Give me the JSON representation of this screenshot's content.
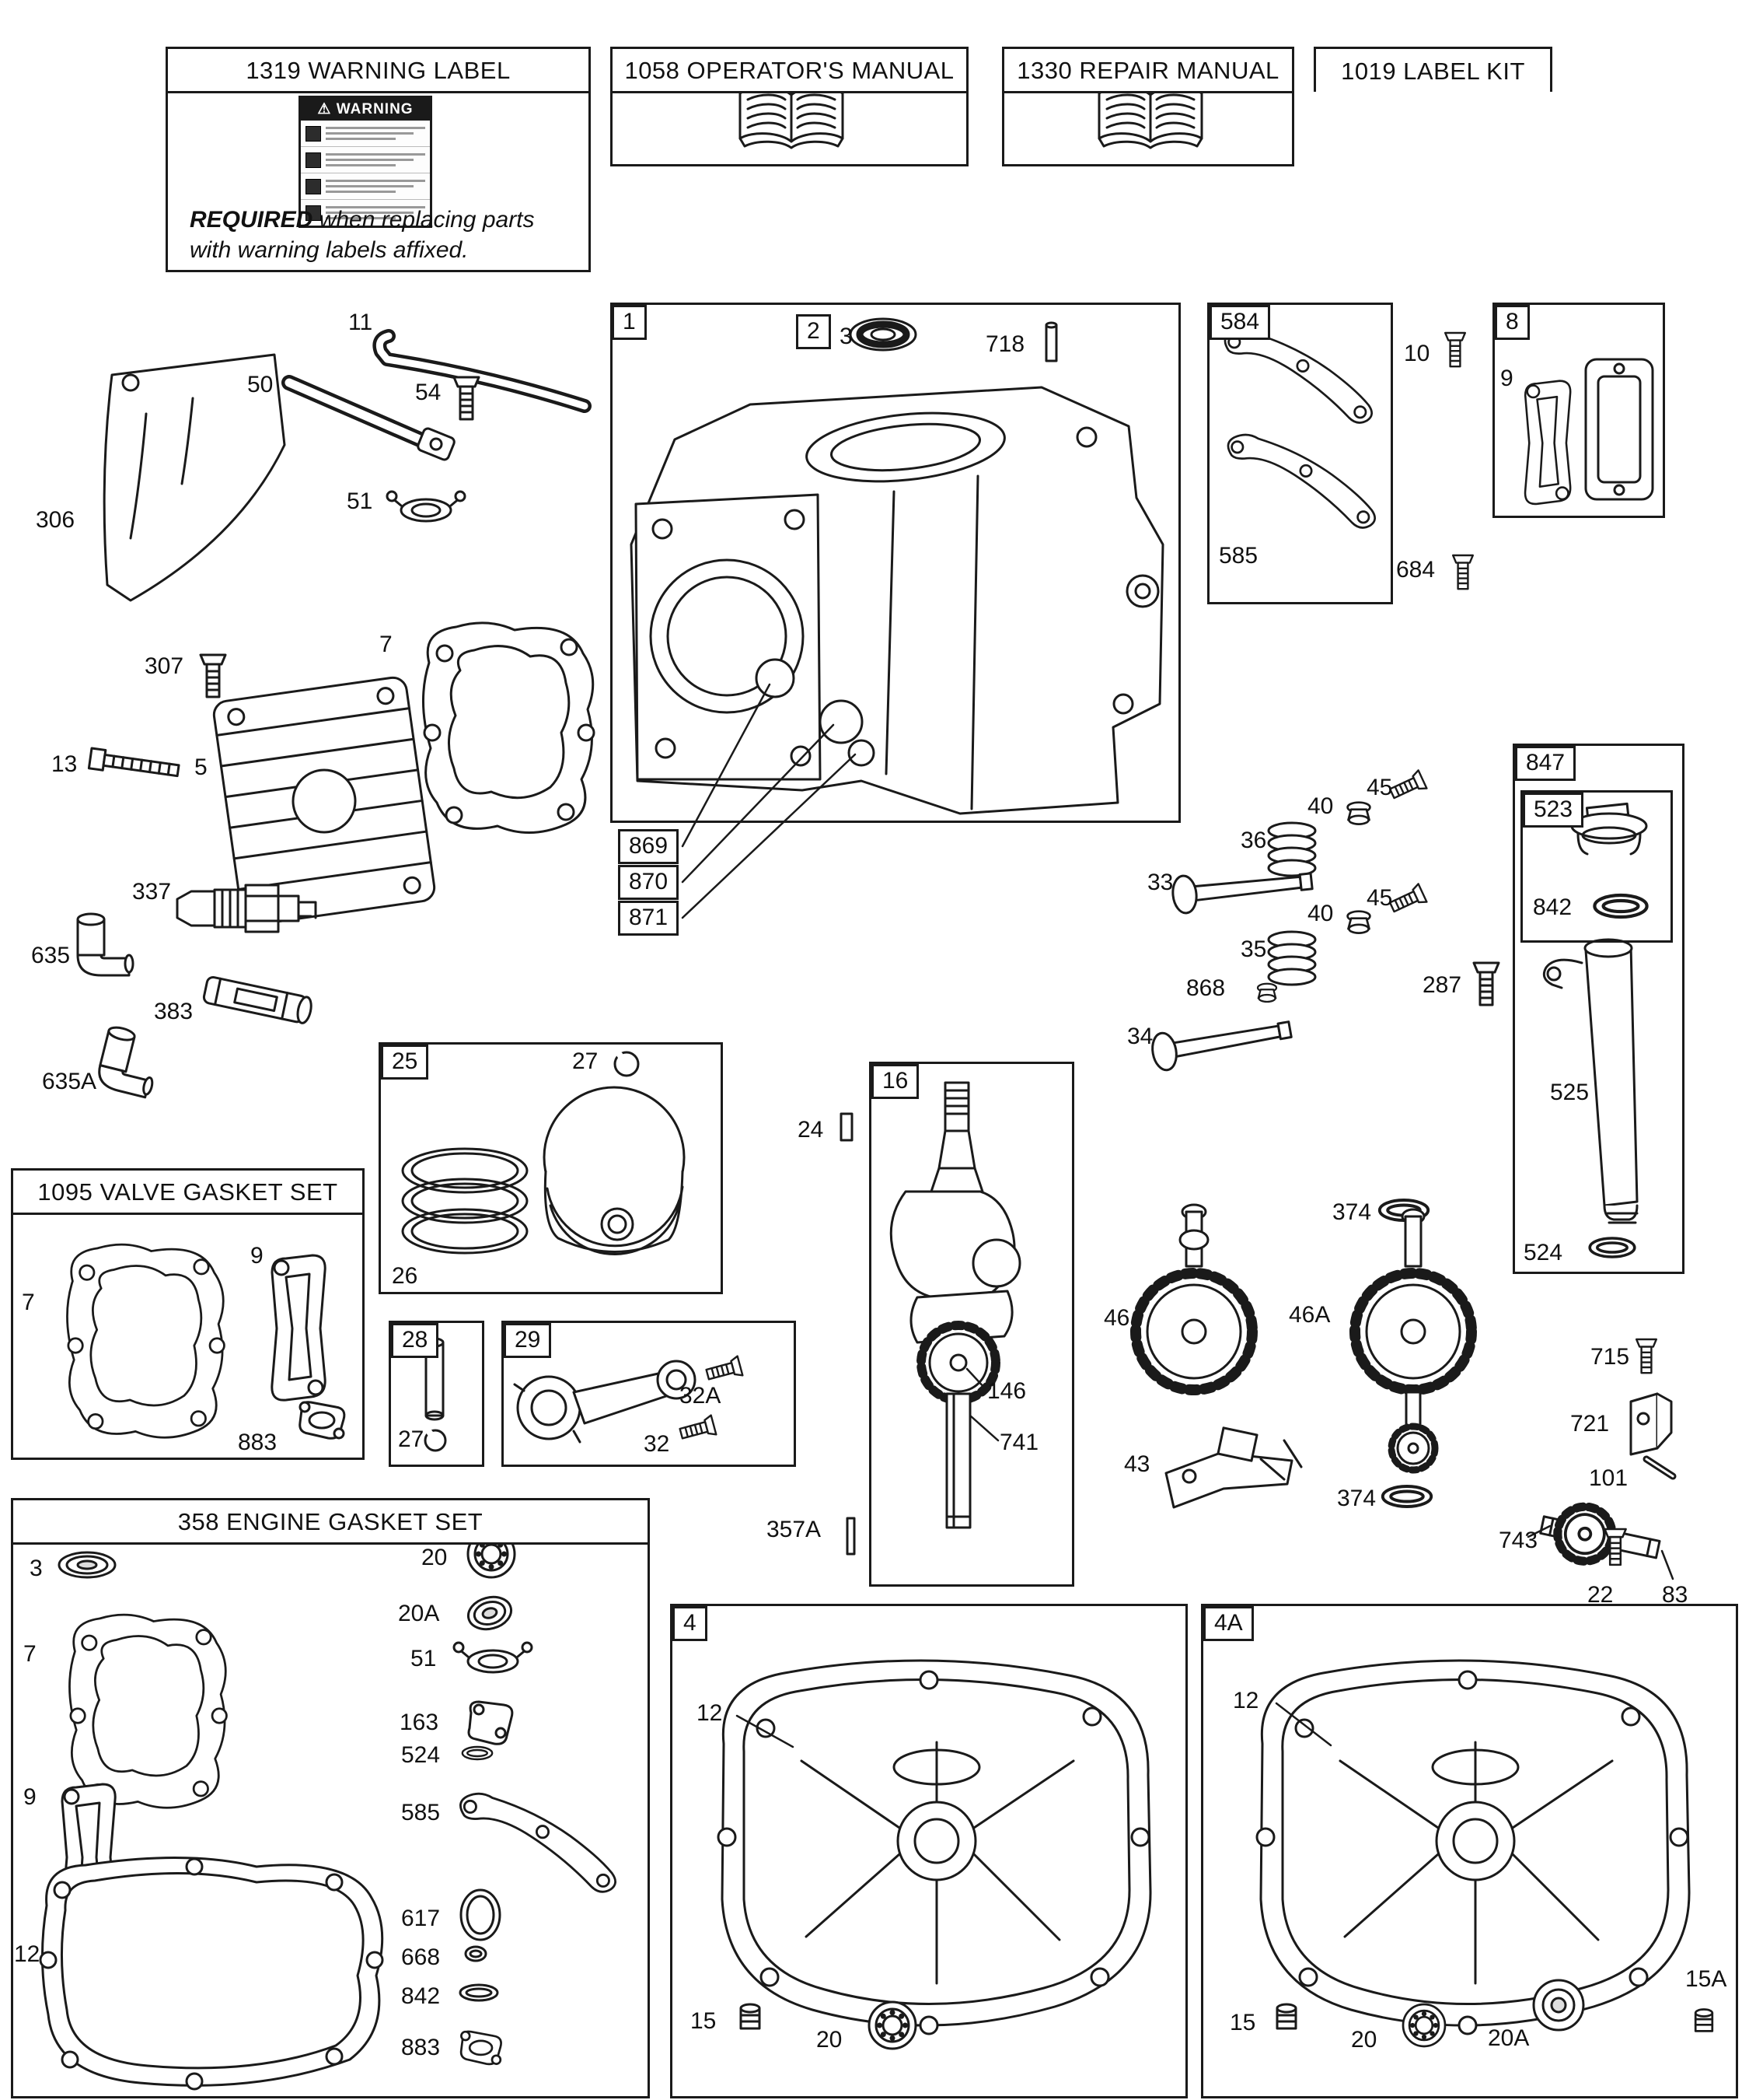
{
  "colors": {
    "line": "#1a1a1a",
    "background": "#ffffff"
  },
  "legend": {
    "warning": {
      "title": "1319 WARNING LABEL",
      "icon": "⚠",
      "label_header": "WARNING",
      "note_bold": "REQUIRED",
      "note_rest": " when replacing parts",
      "note_line2": "with warning labels affixed."
    },
    "operators_manual": {
      "title": "1058 OPERATOR'S MANUAL"
    },
    "repair_manual": {
      "title": "1330 REPAIR MANUAL"
    },
    "label_kit": {
      "title": "1019 LABEL KIT"
    }
  },
  "sets": {
    "valve_gasket": {
      "title": "1095 VALVE GASKET SET"
    },
    "engine_gasket": {
      "title": "358 ENGINE GASKET SET"
    }
  },
  "groups": {
    "g1": "1",
    "g2": "2",
    "g4": "4",
    "g4a": "4A",
    "g8": "8",
    "g16": "16",
    "g25": "25",
    "g28": "28",
    "g29": "29",
    "g523": "523",
    "g584": "584",
    "g847": "847",
    "g869": "869",
    "g870": "870",
    "g871": "871"
  },
  "callouts": {
    "c11": "11",
    "c50": "50",
    "c54": "54",
    "c51": "51",
    "c306": "306",
    "c307": "307",
    "c7_head": "7",
    "c13": "13",
    "c5": "5",
    "c337": "337",
    "c635": "635",
    "c383": "383",
    "c635a": "635A",
    "c3_bearing": "3",
    "c718": "718",
    "c585": "585",
    "c10": "10",
    "c684": "684",
    "c9_exh": "9",
    "c40_top": "40",
    "c45_top": "45",
    "c36": "36",
    "c33": "33",
    "c40_bot": "40",
    "c45_bot": "45",
    "c35": "35",
    "c868": "868",
    "c34": "34",
    "c287": "287",
    "c842_tube": "842",
    "c525": "525",
    "c524_tube": "524",
    "c27_piston": "27",
    "c26": "26",
    "c27_pin": "27",
    "c32a": "32A",
    "c32": "32",
    "c24": "24",
    "c146": "146",
    "c741": "741",
    "c357a": "357A",
    "c374_top": "374",
    "c46": "46",
    "c46a": "46A",
    "c43": "43",
    "c374_bot": "374",
    "c715": "715",
    "c721": "721",
    "c101": "101",
    "c743": "743",
    "c22": "22",
    "c83": "83",
    "c7_vgs": "7",
    "c9_vgs": "9",
    "c883_vgs": "883",
    "c3_egs": "3",
    "c7_egs": "7",
    "c9_egs": "9",
    "c12_egs": "12",
    "c20_egs": "20",
    "c20a_egs": "20A",
    "c51_egs": "51",
    "c163": "163",
    "c524_egs": "524",
    "c585_egs": "585",
    "c617": "617",
    "c668": "668",
    "c842_egs": "842",
    "c883_egs": "883",
    "c12_sump": "12",
    "c15_sump": "15",
    "c20_sump": "20",
    "c12_sumpa": "12",
    "c15_sumpa": "15",
    "c15a": "15A",
    "c20_sumpa": "20",
    "c20a_sumpa": "20A"
  }
}
